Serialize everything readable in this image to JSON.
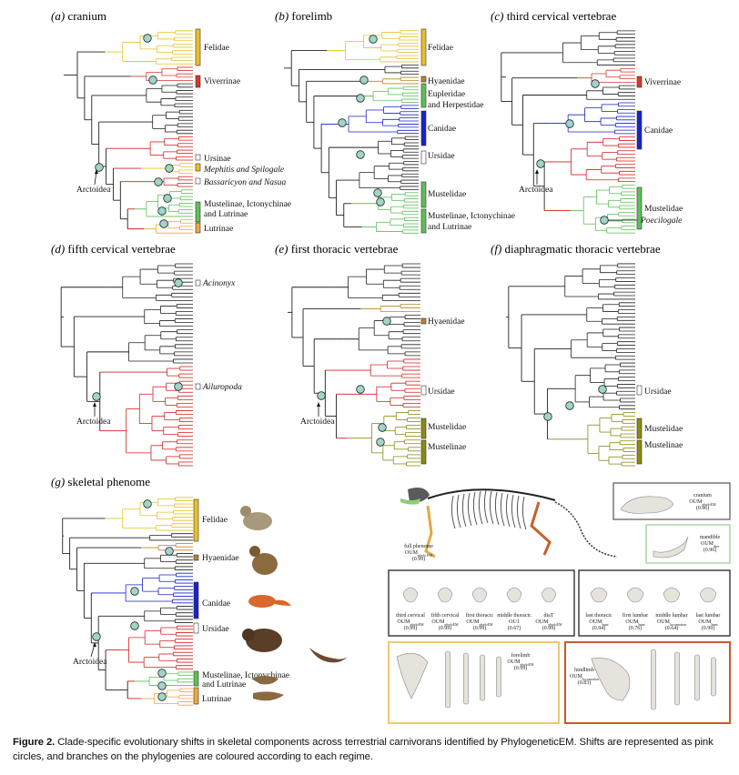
{
  "figure": {
    "label": "Figure 2.",
    "caption": "Clade-specific evolutionary shifts in skeletal components across terrestrial carnivorans identified by PhylogeneticEM. Shifts are represented as pink circles, and branches on the phylogenies are coloured according to each regime."
  },
  "colors": {
    "felidae": "#e8c12a",
    "viverrinae": "#d43a2a",
    "hyaenidae": "#b8862b",
    "canidae": "#1a22c8",
    "arctoid_red": "#d42222",
    "mustelid_green": "#5fbf5a",
    "mustelid_olive": "#8b8b12",
    "lutrinae_orange": "#f0a840",
    "shift_circle": "#9fd6c8",
    "ancestral": "#222222"
  },
  "panels": [
    {
      "id": "a",
      "letter": "(a)",
      "title": "cranium",
      "labels": [
        {
          "text": "Felidae",
          "italic": false
        },
        {
          "text": "Viverrinae",
          "italic": false
        },
        {
          "text": "Ursinae",
          "italic": false
        },
        {
          "text": "Mephitis and Spilogale",
          "italic": true
        },
        {
          "text": "Bassaricyon and Nasua",
          "italic": true
        },
        {
          "text": "Mustelinae, Ictonychinae",
          "italic": false
        },
        {
          "text": "and Lutrinae",
          "italic": false
        },
        {
          "text": "Lutrinae",
          "italic": false
        },
        {
          "text": "Arctoidea",
          "italic": false
        }
      ]
    },
    {
      "id": "b",
      "letter": "(b)",
      "title": "forelimb",
      "labels": [
        {
          "text": "Felidae",
          "italic": false
        },
        {
          "text": "Hyaenidae",
          "italic": false
        },
        {
          "text": "Eupleridae",
          "italic": false
        },
        {
          "text": "and Herpestidae",
          "italic": false
        },
        {
          "text": "Canidae",
          "italic": false
        },
        {
          "text": "Ursidae",
          "italic": false
        },
        {
          "text": "Mustelidae",
          "italic": false
        },
        {
          "text": "Mustelinae, Ictonychinae",
          "italic": false
        },
        {
          "text": "and Lutrinae",
          "italic": false
        }
      ]
    },
    {
      "id": "c",
      "letter": "(c)",
      "title": "third cervical vertebrae",
      "labels": [
        {
          "text": "Viverrinae",
          "italic": false
        },
        {
          "text": "Canidae",
          "italic": false
        },
        {
          "text": "Arctoidea",
          "italic": false
        },
        {
          "text": "Mustelidae",
          "italic": false
        },
        {
          "text": "Poecilogale",
          "italic": true
        }
      ]
    },
    {
      "id": "d",
      "letter": "(d)",
      "title": "fifth cervical vertebrae",
      "labels": [
        {
          "text": "Acinonyx",
          "italic": true
        },
        {
          "text": "Ailuropoda",
          "italic": true
        },
        {
          "text": "Arctoidea",
          "italic": false
        }
      ]
    },
    {
      "id": "e",
      "letter": "(e)",
      "title": "first thoracic vertebrae",
      "labels": [
        {
          "text": "Hyaenidae",
          "italic": false
        },
        {
          "text": "Ursidae",
          "italic": false
        },
        {
          "text": "Arctoidea",
          "italic": false
        },
        {
          "text": "Mustelidae",
          "italic": false
        },
        {
          "text": "Mustelinae",
          "italic": false
        }
      ]
    },
    {
      "id": "f",
      "letter": "(f)",
      "title": "diaphragmatic thoracic vertebrae",
      "labels": [
        {
          "text": "Ursidae",
          "italic": false
        },
        {
          "text": "Mustelidae",
          "italic": false
        },
        {
          "text": "Mustelinae",
          "italic": false
        }
      ]
    },
    {
      "id": "g",
      "letter": "(g)",
      "title": "skeletal phenome",
      "labels": [
        {
          "text": "Felidae",
          "italic": false
        },
        {
          "text": "Hyaenidae",
          "italic": false
        },
        {
          "text": "Canidae",
          "italic": false
        },
        {
          "text": "Ursidae",
          "italic": false
        },
        {
          "text": "Arctoidea",
          "italic": false
        },
        {
          "text": "Mustelinae, Ictonychinae",
          "italic": false
        },
        {
          "text": "and Lutrinae",
          "italic": false
        },
        {
          "text": "Lutrinae",
          "italic": false
        }
      ]
    }
  ],
  "skeleton_panel": {
    "full_phenome": {
      "line1": "full phenome",
      "line2": "OUM",
      "sub": "phylo EM",
      "value": "(0.99)"
    },
    "cranium": {
      "name": "cranium",
      "model": "OUM",
      "sub": "phyloEM",
      "value": "(0.96)"
    },
    "mandible": {
      "name": "mandible",
      "model": "OUM",
      "sub": "diet",
      "value": "(0.96)"
    },
    "forelimb": {
      "name": "forelimb",
      "model": "OUM",
      "sub": "phyloEM",
      "value": "(0.99)"
    },
    "hindlimb": {
      "name": "hindlimb",
      "model": "OUM",
      "sub": "locomotion",
      "value": "(0.83)"
    },
    "anterior_vertebrae": [
      {
        "name": "third cervical",
        "model": "OUM",
        "sub": "phyloEM",
        "value": "(0.99)"
      },
      {
        "name": "fifth cervical",
        "model": "OUM",
        "sub": "phyloEM",
        "value": "(0.99)"
      },
      {
        "name": "first thoracic",
        "model": "OUM",
        "sub": "phyloEM",
        "value": "(0.99)"
      },
      {
        "name": "middle thoracic",
        "model": "OU1",
        "sub": "",
        "value": "(0.67)"
      },
      {
        "name": "diaT",
        "model": "OUM",
        "sub": "phyloEM",
        "value": "(0.99)"
      }
    ],
    "posterior_vertebrae": [
      {
        "name": "last thoracic",
        "model": "OUM",
        "sub": "hunt",
        "value": "(0.94)"
      },
      {
        "name": "first lumbar",
        "model": "OUM",
        "sub": "hunt",
        "value": "(0.76)"
      },
      {
        "name": "middle lumbar",
        "model": "OUM",
        "sub": "locomotion",
        "value": "(0.64)"
      },
      {
        "name": "last lumbar",
        "model": "OUM",
        "sub": "hunt",
        "value": "(0.99)"
      }
    ]
  }
}
